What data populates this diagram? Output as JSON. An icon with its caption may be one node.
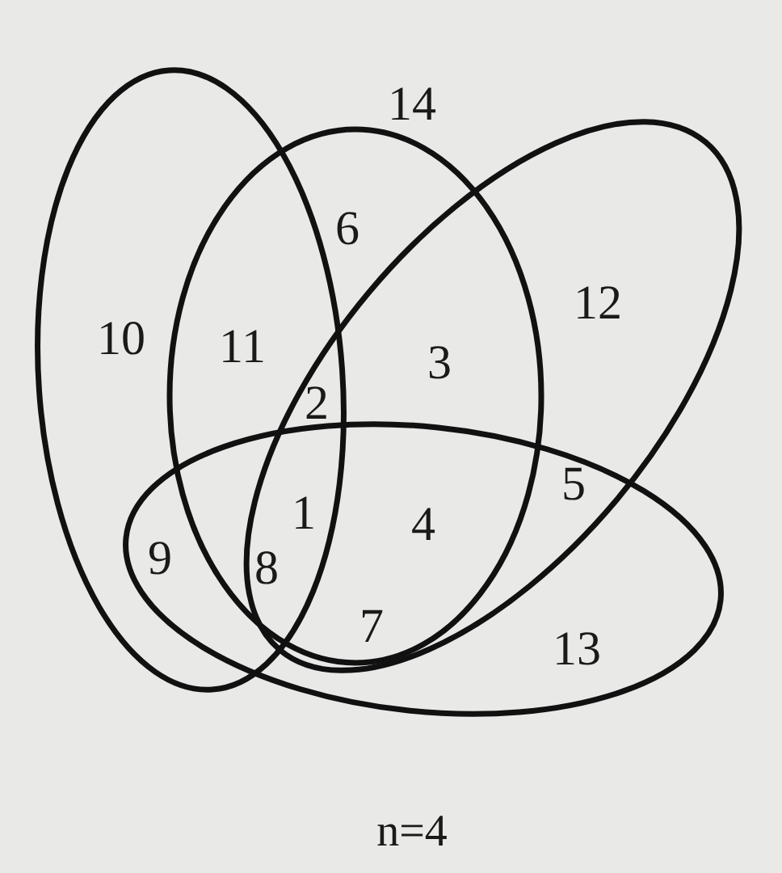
{
  "diagram": {
    "caption": "n=4",
    "nodes": [
      {
        "text": [],
        "shape": "ellipse"
      },
      {
        "text": [],
        "shape": "ellipse"
      },
      {
        "text": [],
        "shape": "ellipse"
      },
      {
        "text": [],
        "shape": "ellipse"
      }
    ],
    "labels": [
      "14",
      "6",
      "12",
      "10",
      "11",
      "3",
      "2",
      "5",
      "1",
      "4",
      "8",
      "9",
      "7",
      "13"
    ]
  }
}
